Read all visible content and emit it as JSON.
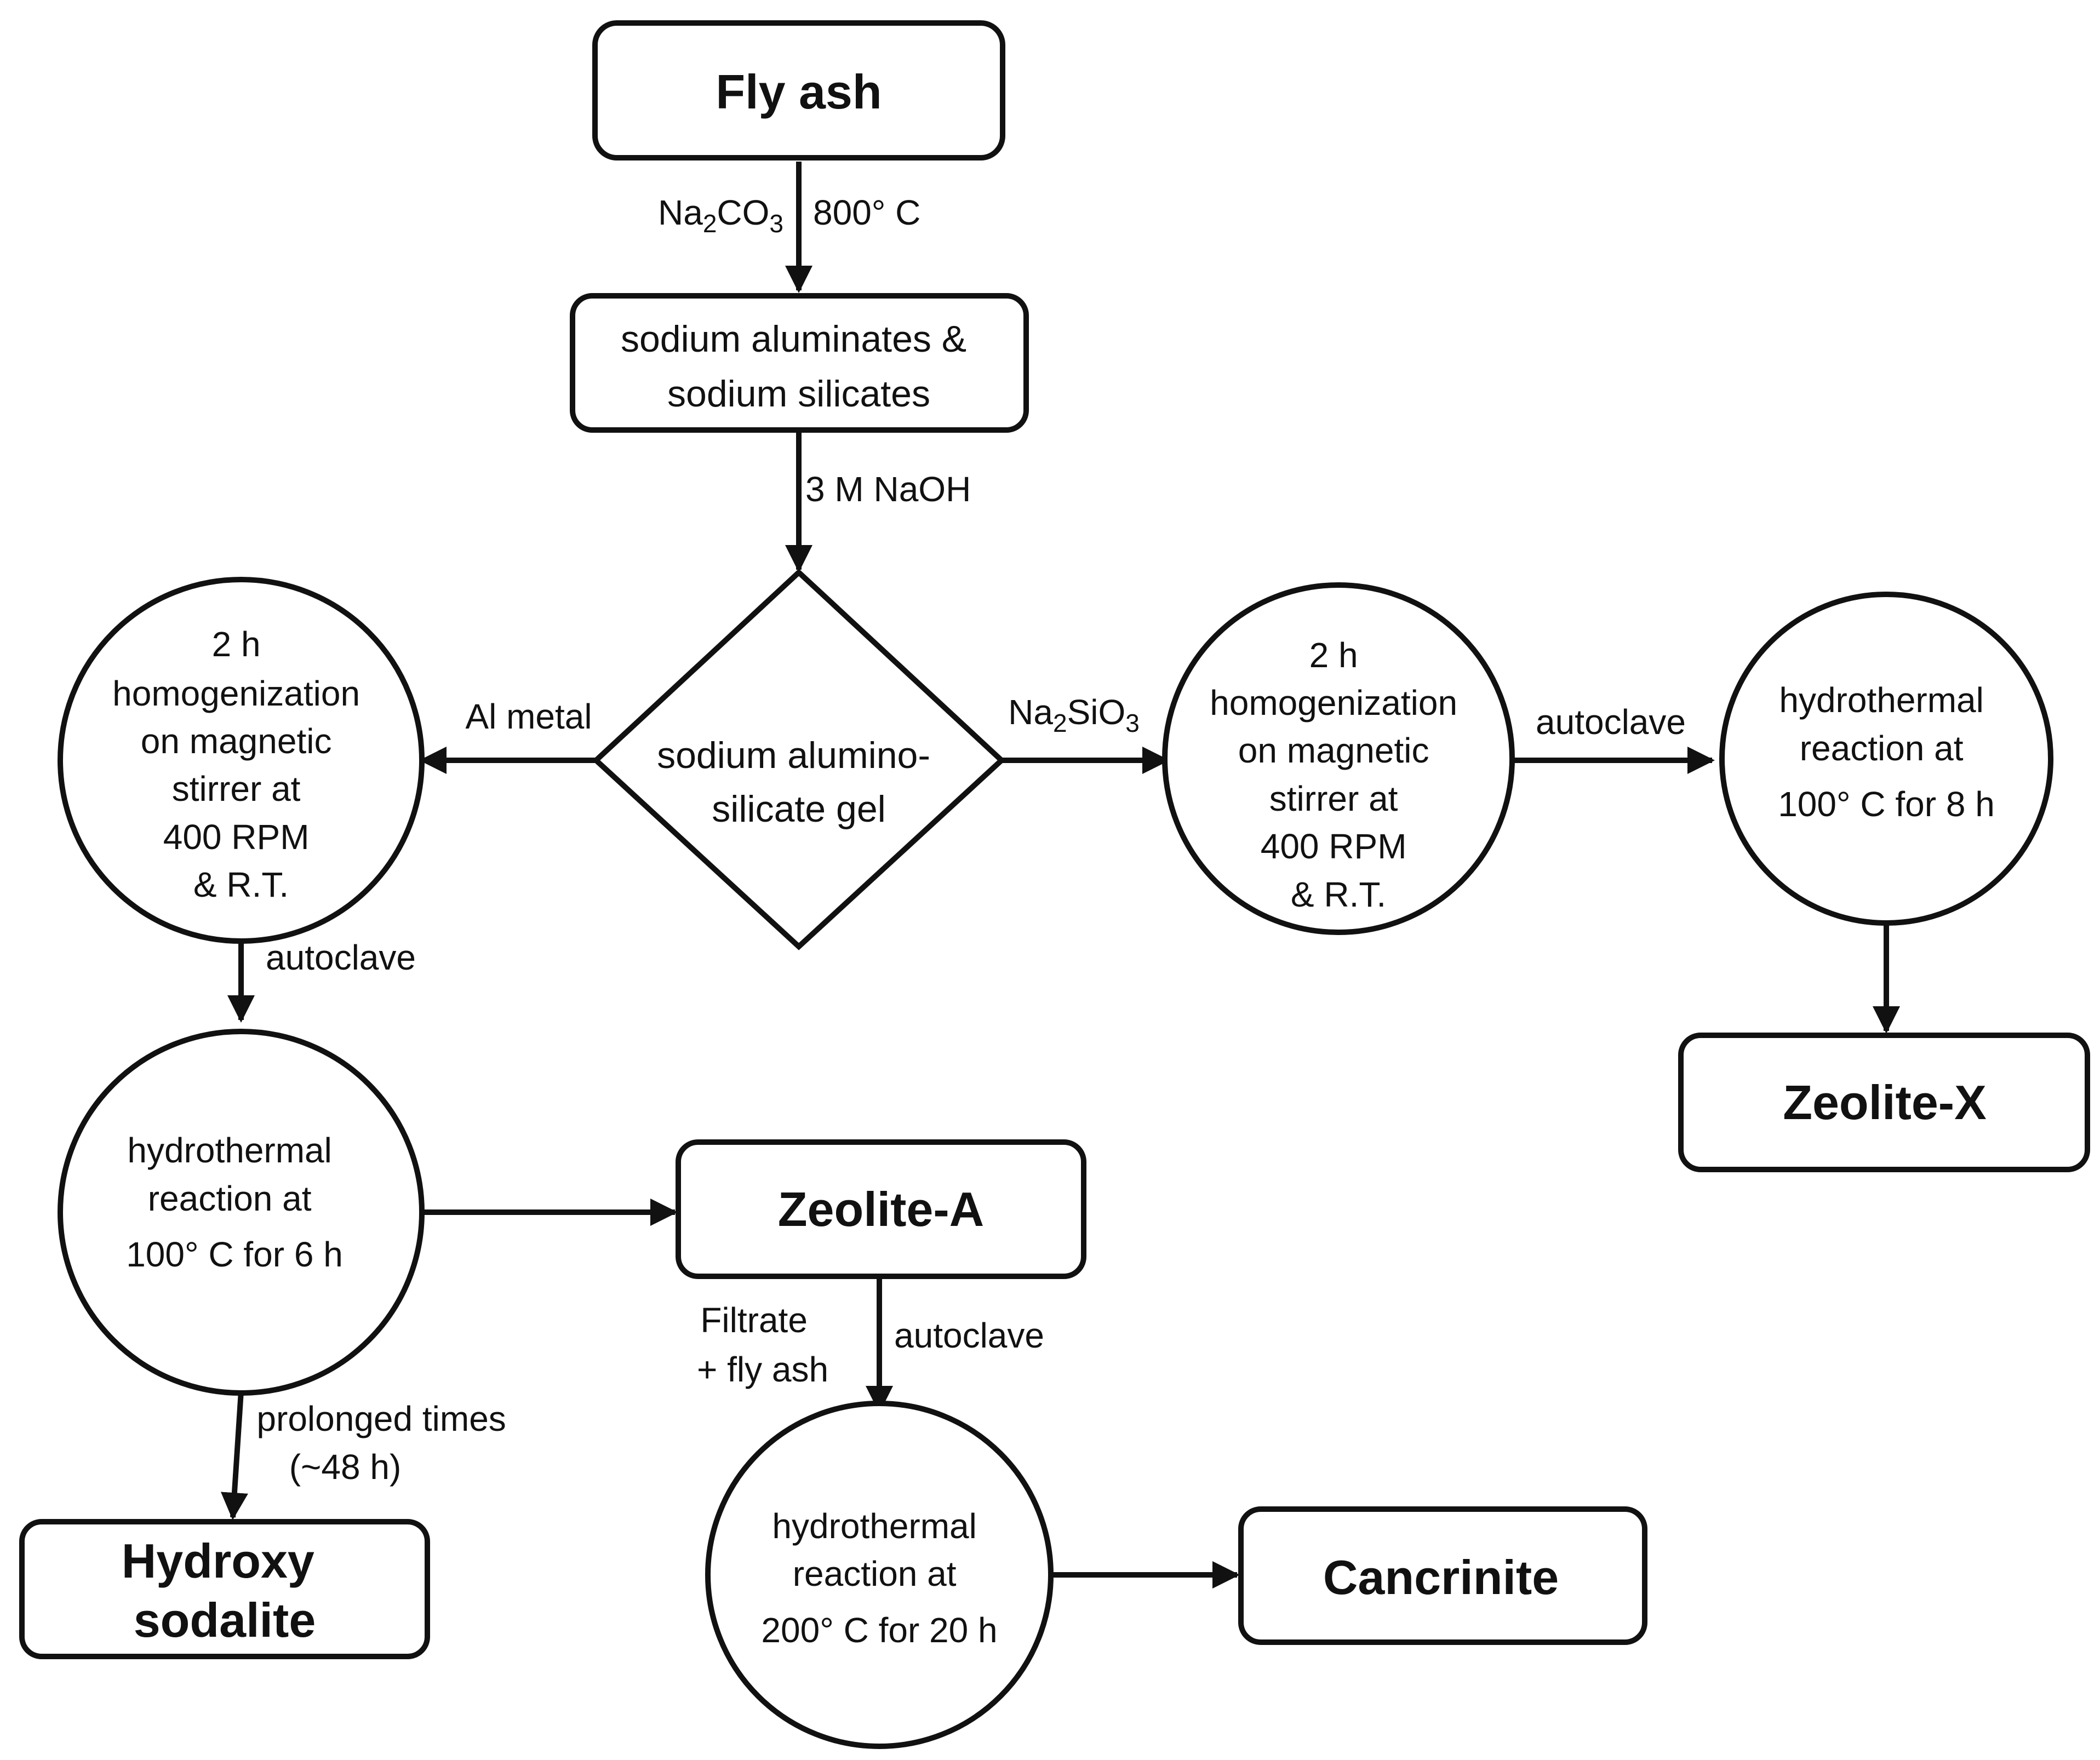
{
  "nodes": {
    "fly_ash": [
      "Fly ash"
    ],
    "sodium_salts": [
      "sodium aluminates &",
      "sodium silicates"
    ],
    "gel": [
      "sodium alumino-",
      "silicate gel"
    ],
    "homog_left": [
      "2 h",
      "homogenization",
      "on magnetic",
      "stirrer at",
      "400 RPM",
      "& R.T."
    ],
    "homog_right": [
      "2 h",
      "homogenization",
      "on magnetic",
      "stirrer at",
      "400 RPM",
      "& R.T."
    ],
    "hydro_left": [
      "hydrothermal",
      "reaction at",
      "100° C for 6 h"
    ],
    "hydro_right": [
      "hydrothermal",
      "reaction at",
      "100° C for 8 h"
    ],
    "hydro_bottom": [
      "hydrothermal",
      "reaction at",
      "200° C for 20 h"
    ],
    "zeolite_a": [
      "Zeolite-A"
    ],
    "zeolite_x": [
      "Zeolite-X"
    ],
    "hydroxy_sodalite": [
      "Hydroxy",
      "sodalite"
    ],
    "cancrinite": [
      "Cancrinite"
    ]
  },
  "edges": {
    "e1_left": "Na2CO3",
    "e1_right": "800° C",
    "e2": "3 M NaOH",
    "e3": "Al metal",
    "e4": "Na2SiO3",
    "e5": "autoclave",
    "e6": "autoclave",
    "e7": [
      "prolonged times",
      "(~48 h)"
    ],
    "e8_left": [
      "Filtrate",
      "+ fly ash"
    ],
    "e8_right": "autoclave"
  }
}
